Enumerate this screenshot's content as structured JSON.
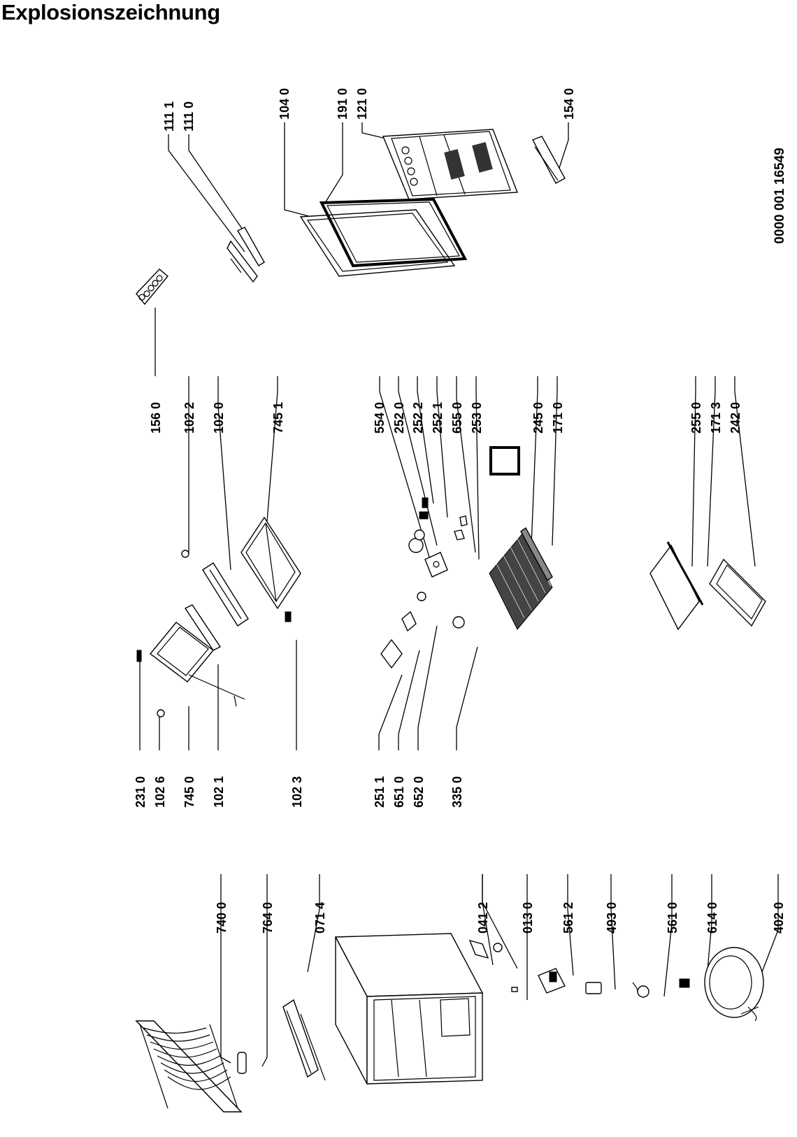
{
  "title": "Explosionszeichnung",
  "reference_number": "0000 001 16549",
  "part_labels": [
    "111 1",
    "111 0",
    "104 0",
    "191 0",
    "121 0",
    "154 0",
    "156 0",
    "102 2",
    "102 0",
    "745 1",
    "554 0",
    "252 0",
    "252 2",
    "252 1",
    "655 0",
    "253 0",
    "245 0",
    "171 0",
    "255 0",
    "171 3",
    "242 0",
    "231 0",
    "102 6",
    "745 0",
    "102 1",
    "102 3",
    "251 1",
    "651 0",
    "652 0",
    "335 0",
    "740 0",
    "764 0",
    "071 4",
    "041 2",
    "013 0",
    "561 2",
    "493 0",
    "561 0",
    "614 0",
    "402 0"
  ]
}
